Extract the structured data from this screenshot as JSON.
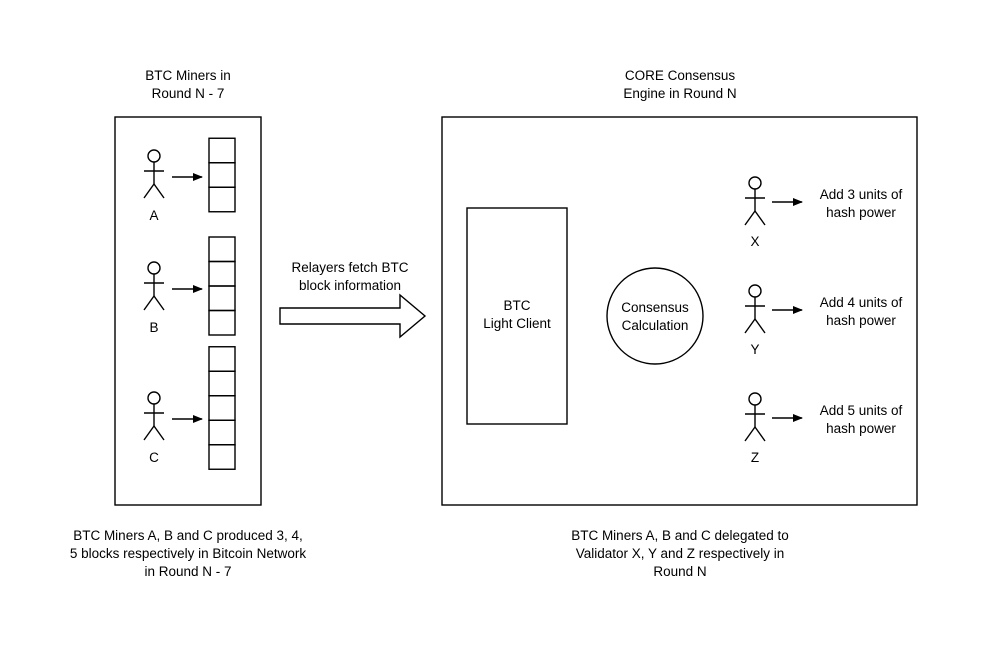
{
  "left_panel": {
    "title_lines": [
      "BTC Miners in",
      "Round N - 7"
    ],
    "miners": [
      {
        "label": "A",
        "blocks": 3
      },
      {
        "label": "B",
        "blocks": 4
      },
      {
        "label": "C",
        "blocks": 5
      }
    ],
    "caption_lines": [
      "BTC Miners A, B and C produced 3, 4,",
      "5 blocks respectively in Bitcoin Network",
      "in Round N - 7"
    ]
  },
  "relay": {
    "label_lines": [
      "Relayers fetch BTC",
      "block information"
    ]
  },
  "right_panel": {
    "title_lines": [
      "CORE Consensus",
      "Engine in Round N"
    ],
    "light_client_lines": [
      "BTC",
      "Light Client"
    ],
    "consensus_lines": [
      "Consensus",
      "Calculation"
    ],
    "validators": [
      {
        "label": "X",
        "action_lines": [
          "Add 3 units of",
          "hash power"
        ]
      },
      {
        "label": "Y",
        "action_lines": [
          "Add 4 units of",
          "hash power"
        ]
      },
      {
        "label": "Z",
        "action_lines": [
          "Add 5 units of",
          "hash power"
        ]
      }
    ],
    "caption_lines": [
      "BTC Miners A, B and C delegated to",
      "Validator X, Y and Z respectively in",
      "Round N"
    ]
  }
}
